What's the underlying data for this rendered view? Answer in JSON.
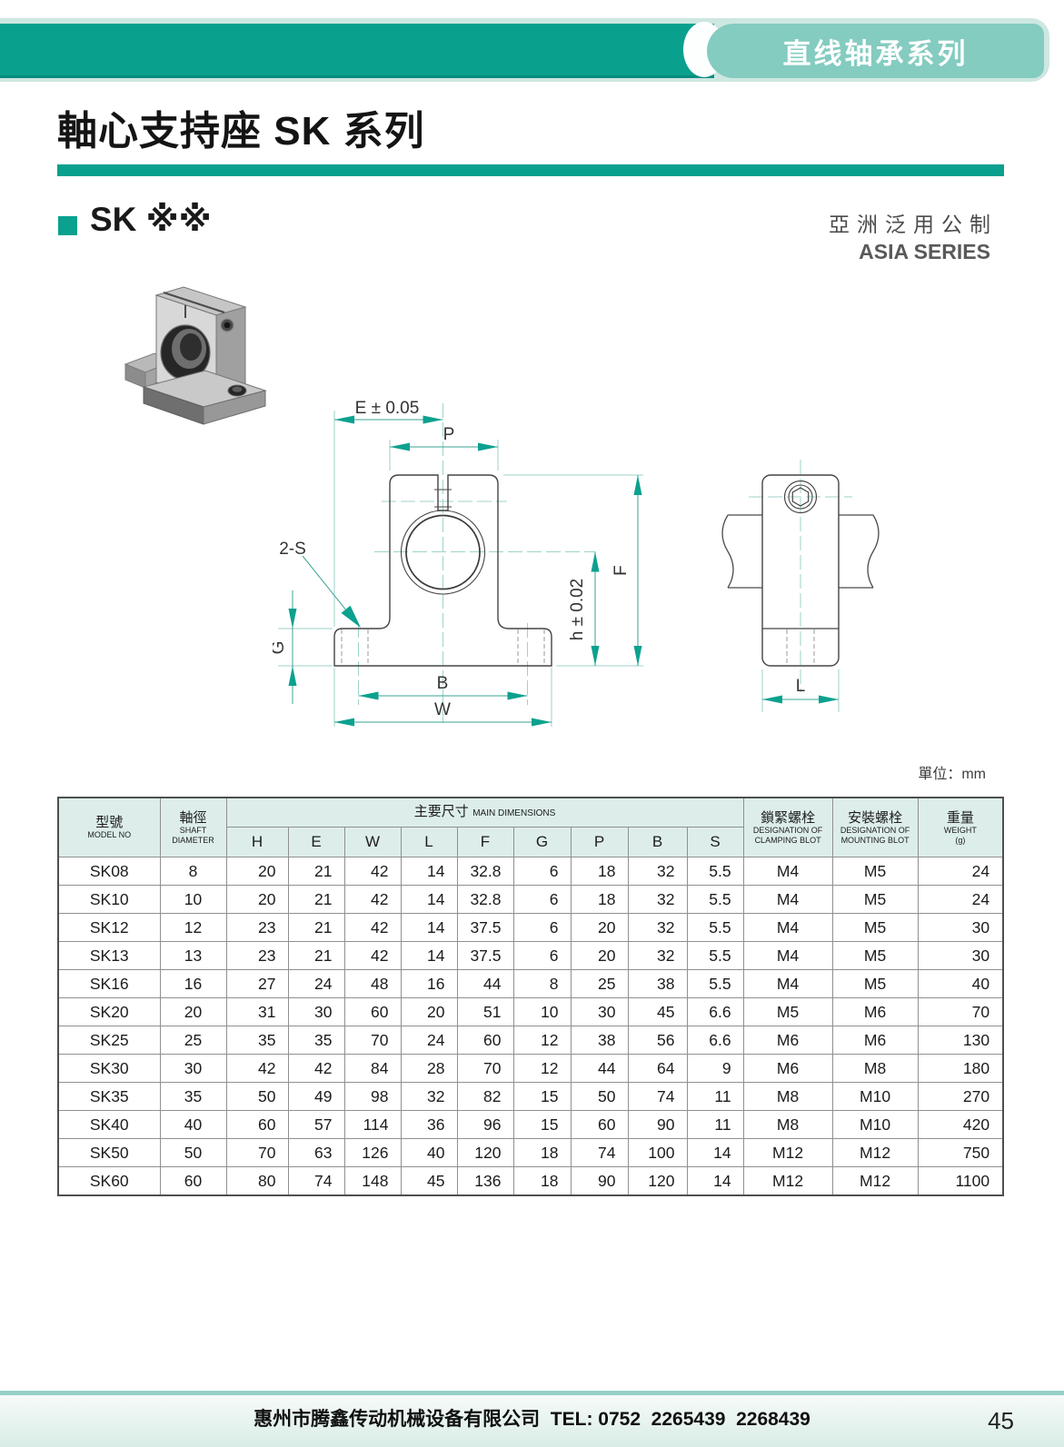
{
  "banner": {
    "series_label": "直线轴承系列"
  },
  "page": {
    "title": "軸心支持座 SK 系列",
    "product_code": "SK ※※",
    "series_cn": "亞洲泛用公制",
    "series_en": "ASIA SERIES",
    "unit_note": "單位：mm"
  },
  "colors": {
    "accent_teal": "#0aa08e",
    "accent_teal_light": "#84cbc0",
    "banner_border": "#cde7e1",
    "table_header_bg": "#ddeeea",
    "dimension_line": "#2aa796",
    "footer_line": "#97d1c6"
  },
  "diagram": {
    "front_view": {
      "e": "E ± 0.05",
      "p": "P",
      "two_s": "2-S",
      "g": "G",
      "b": "B",
      "w": "W",
      "h": "h ± 0.02",
      "f": "F"
    },
    "side_view": {
      "l": "L"
    }
  },
  "table": {
    "headers": {
      "model_cn": "型號",
      "model_en": "MODEL NO",
      "shaft_cn": "軸徑",
      "shaft_en": "SHAFT DIAMETER",
      "main_cn": "主要尺寸",
      "main_en": "MAIN DIMENSIONS",
      "dims": [
        "H",
        "E",
        "W",
        "L",
        "F",
        "G",
        "P",
        "B",
        "S"
      ],
      "clamp_cn": "鎖緊螺栓",
      "clamp_en": "DESIGNATION OF CLAMPING BLOT",
      "mount_cn": "安裝螺栓",
      "mount_en": "DESIGNATION OF MOUNTING BLOT",
      "weight_cn": "重量",
      "weight_en": "WEIGHT",
      "weight_unit": "(g)"
    },
    "rows": [
      {
        "model": "SK08",
        "shaft": "8",
        "dims": [
          "20",
          "21",
          "42",
          "14",
          "32.8",
          "6",
          "18",
          "32",
          "5.5"
        ],
        "clamp": "M4",
        "mount": "M5",
        "weight": "24"
      },
      {
        "model": "SK10",
        "shaft": "10",
        "dims": [
          "20",
          "21",
          "42",
          "14",
          "32.8",
          "6",
          "18",
          "32",
          "5.5"
        ],
        "clamp": "M4",
        "mount": "M5",
        "weight": "24"
      },
      {
        "model": "SK12",
        "shaft": "12",
        "dims": [
          "23",
          "21",
          "42",
          "14",
          "37.5",
          "6",
          "20",
          "32",
          "5.5"
        ],
        "clamp": "M4",
        "mount": "M5",
        "weight": "30"
      },
      {
        "model": "SK13",
        "shaft": "13",
        "dims": [
          "23",
          "21",
          "42",
          "14",
          "37.5",
          "6",
          "20",
          "32",
          "5.5"
        ],
        "clamp": "M4",
        "mount": "M5",
        "weight": "30"
      },
      {
        "model": "SK16",
        "shaft": "16",
        "dims": [
          "27",
          "24",
          "48",
          "16",
          "44",
          "8",
          "25",
          "38",
          "5.5"
        ],
        "clamp": "M4",
        "mount": "M5",
        "weight": "40"
      },
      {
        "model": "SK20",
        "shaft": "20",
        "dims": [
          "31",
          "30",
          "60",
          "20",
          "51",
          "10",
          "30",
          "45",
          "6.6"
        ],
        "clamp": "M5",
        "mount": "M6",
        "weight": "70"
      },
      {
        "model": "SK25",
        "shaft": "25",
        "dims": [
          "35",
          "35",
          "70",
          "24",
          "60",
          "12",
          "38",
          "56",
          "6.6"
        ],
        "clamp": "M6",
        "mount": "M6",
        "weight": "130"
      },
      {
        "model": "SK30",
        "shaft": "30",
        "dims": [
          "42",
          "42",
          "84",
          "28",
          "70",
          "12",
          "44",
          "64",
          "9"
        ],
        "clamp": "M6",
        "mount": "M8",
        "weight": "180"
      },
      {
        "model": "SK35",
        "shaft": "35",
        "dims": [
          "50",
          "49",
          "98",
          "32",
          "82",
          "15",
          "50",
          "74",
          "11"
        ],
        "clamp": "M8",
        "mount": "M10",
        "weight": "270"
      },
      {
        "model": "SK40",
        "shaft": "40",
        "dims": [
          "60",
          "57",
          "114",
          "36",
          "96",
          "15",
          "60",
          "90",
          "11"
        ],
        "clamp": "M8",
        "mount": "M10",
        "weight": "420"
      },
      {
        "model": "SK50",
        "shaft": "50",
        "dims": [
          "70",
          "63",
          "126",
          "40",
          "120",
          "18",
          "74",
          "100",
          "14"
        ],
        "clamp": "M12",
        "mount": "M12",
        "weight": "750"
      },
      {
        "model": "SK60",
        "shaft": "60",
        "dims": [
          "80",
          "74",
          "148",
          "45",
          "136",
          "18",
          "90",
          "120",
          "14"
        ],
        "clamp": "M12",
        "mount": "M12",
        "weight": "1100"
      }
    ]
  },
  "footer": {
    "company_line": "惠州市腾鑫传动机械设备有限公司  TEL: 0752  2265439  2268439",
    "page_number": "45"
  }
}
